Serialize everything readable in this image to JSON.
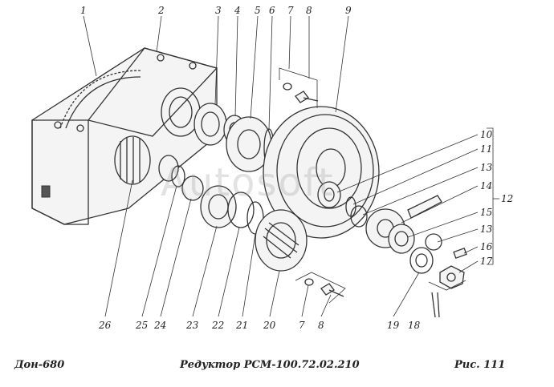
{
  "captions": {
    "left": "Дон-680",
    "center": "Редуктор РСМ-100.72.02.210",
    "right": "Рис.  111"
  },
  "watermark": "Autosoft",
  "callouts": {
    "top": [
      "1",
      "2",
      "3",
      "4",
      "5",
      "6",
      "7",
      "8",
      "9"
    ],
    "right": [
      "10",
      "11",
      "13",
      "14",
      "15",
      "13",
      "16",
      "17"
    ],
    "group": "12",
    "bottom": [
      "26",
      "25",
      "24",
      "23",
      "22",
      "21",
      "20",
      "7",
      "8",
      "19",
      "18"
    ]
  }
}
